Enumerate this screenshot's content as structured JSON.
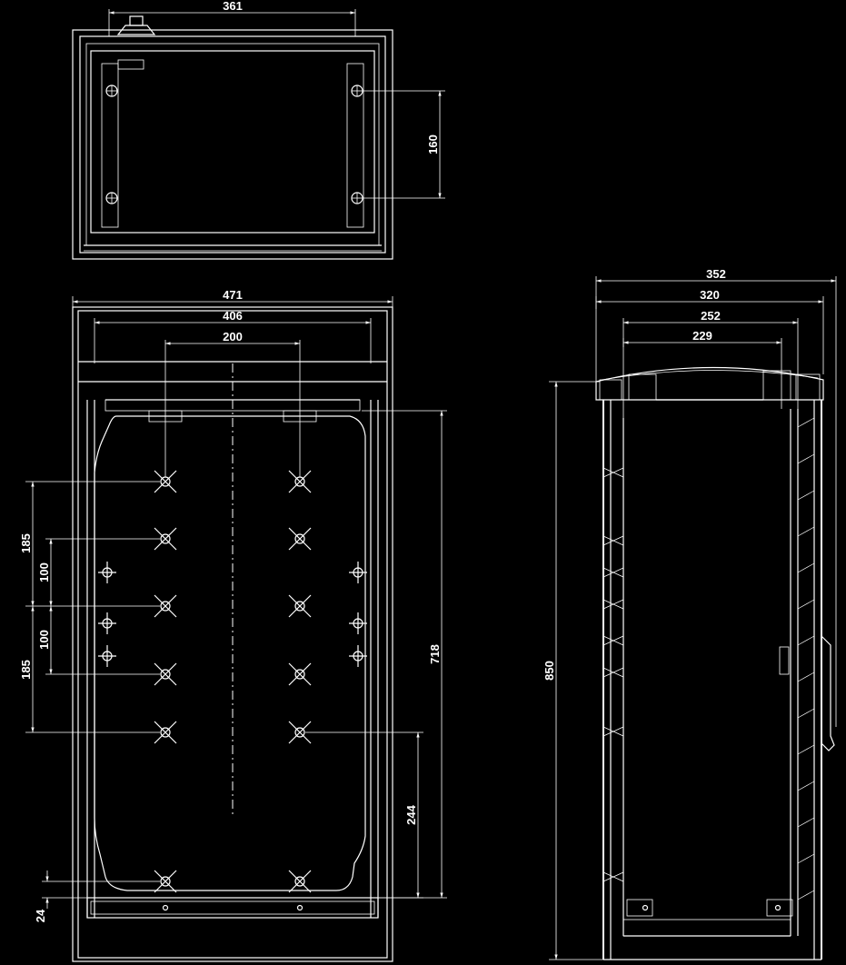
{
  "top_view": {
    "width_label": "361",
    "height_label": "160"
  },
  "front_view": {
    "outer_width_label": "471",
    "inner_width_label": "406",
    "mount_width_label": "200",
    "left_dim_upper_label": "185",
    "left_dim_mid_upper_label": "100",
    "left_dim_mid_lower_label": "100",
    "left_dim_lower_label": "185",
    "plate_height_label": "718",
    "lower_dim_label": "244",
    "base_dim_label": "24"
  },
  "side_view": {
    "depth_352_label": "352",
    "depth_320_label": "320",
    "depth_252_label": "252",
    "depth_229_label": "229",
    "height_label": "850"
  },
  "colors": {
    "background": "#000000",
    "line": "#ffffff"
  }
}
